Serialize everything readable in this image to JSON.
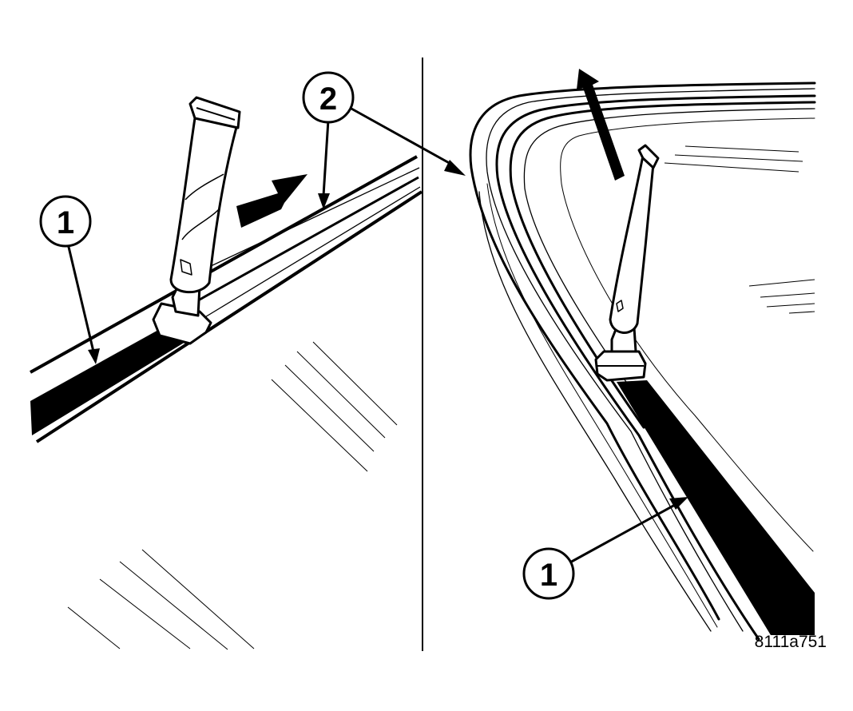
{
  "figure": {
    "id_label": "8111a751",
    "callouts": {
      "left_1": "1",
      "left_2": "2",
      "right_1": "1"
    },
    "colors": {
      "ink": "#000000",
      "paper": "#ffffff"
    }
  }
}
